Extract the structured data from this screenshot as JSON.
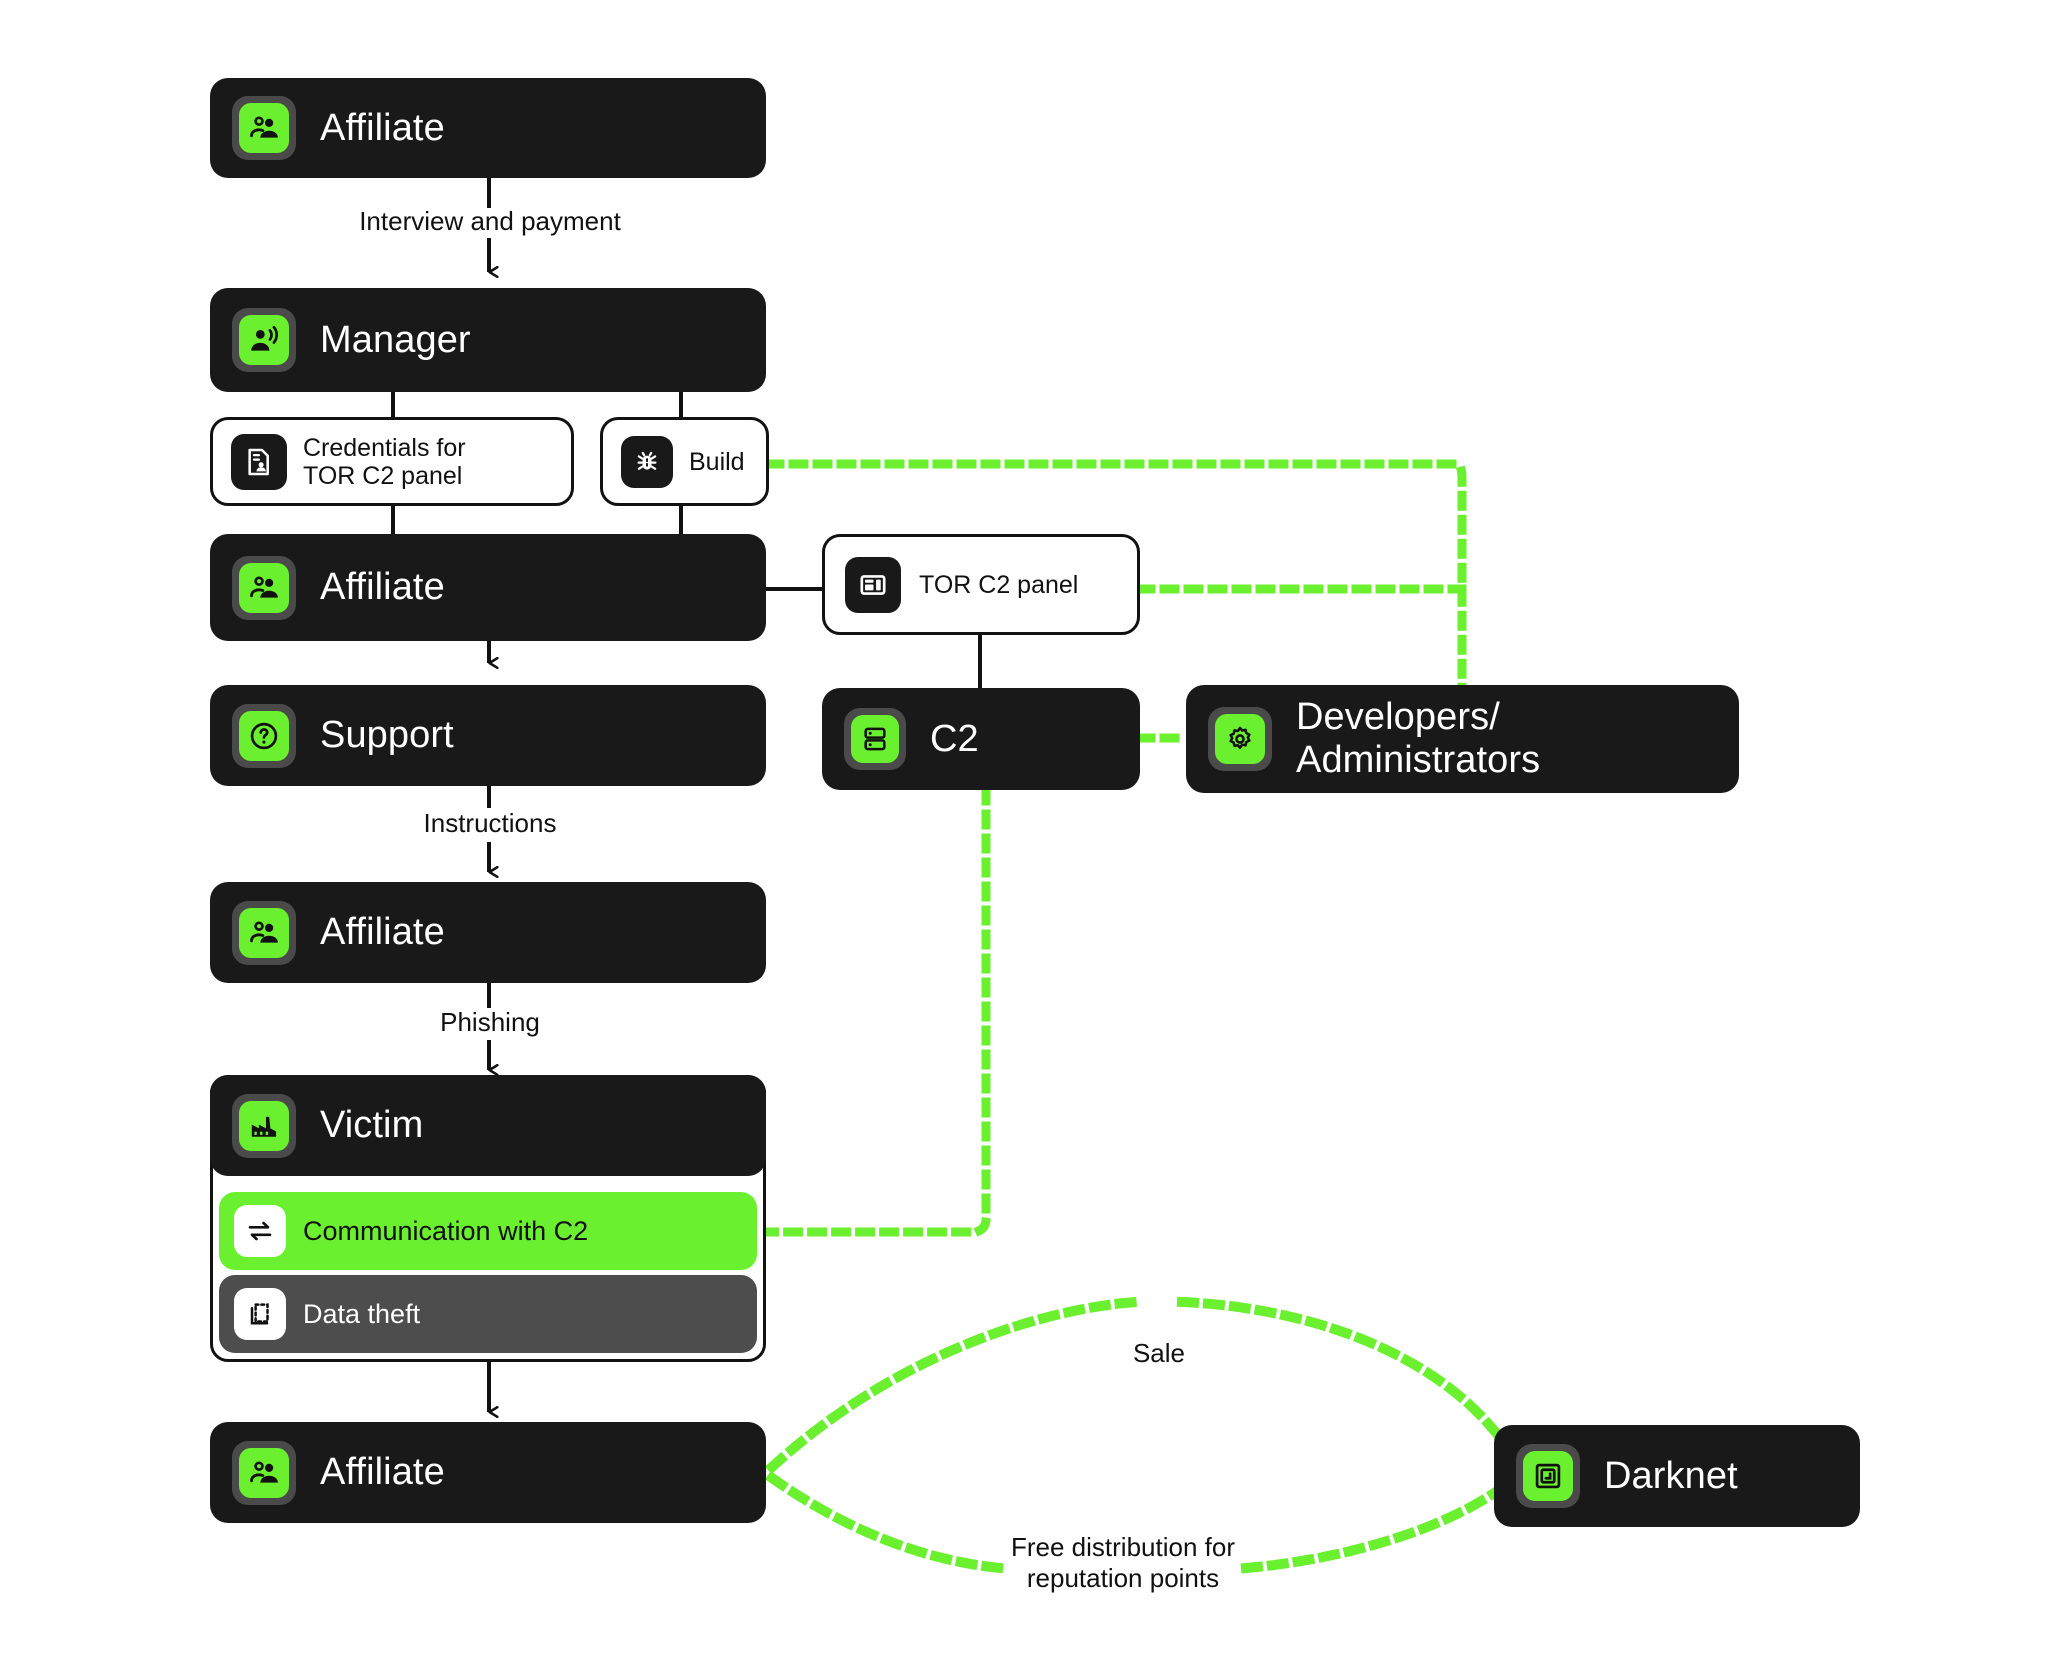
{
  "theme": {
    "accent_green": "#6af02e",
    "dark": "#191919",
    "grey": "#4d4d4d",
    "white": "#ffffff",
    "line": "#121212",
    "dotted": "#6af02e"
  },
  "nodes": {
    "affiliate_1": {
      "label": "Affiliate",
      "icon": "users-icon"
    },
    "manager": {
      "label": "Manager",
      "icon": "user-broadcast-icon"
    },
    "credentials": {
      "label": "Credentials for\nTOR C2 panel",
      "icon": "credential-card-icon"
    },
    "build": {
      "label": "Build",
      "icon": "bug-icon"
    },
    "affiliate_2": {
      "label": "Affiliate",
      "icon": "users-icon"
    },
    "tor_c2_panel": {
      "label": "TOR C2 panel",
      "icon": "panel-layout-icon"
    },
    "support": {
      "label": "Support",
      "icon": "question-circle-icon"
    },
    "c2": {
      "label": "C2",
      "icon": "server-icon"
    },
    "developers": {
      "label": "Developers/\nAdministrators",
      "icon": "gear-icon"
    },
    "affiliate_3": {
      "label": "Affiliate",
      "icon": "users-icon"
    },
    "victim": {
      "label": "Victim",
      "icon": "factory-icon"
    },
    "communication": {
      "label": "Communication with C2",
      "icon": "exchange-arrows-icon"
    },
    "data_theft": {
      "label": "Data theft",
      "icon": "copy-dashed-icon"
    },
    "affiliate_4": {
      "label": "Affiliate",
      "icon": "users-icon"
    },
    "darknet": {
      "label": "Darknet",
      "icon": "nested-square-icon"
    }
  },
  "edges": {
    "interview": "Interview and payment",
    "instructions": "Instructions",
    "phishing": "Phishing",
    "sale": "Sale",
    "free": "Free distribution for\nreputation points"
  }
}
